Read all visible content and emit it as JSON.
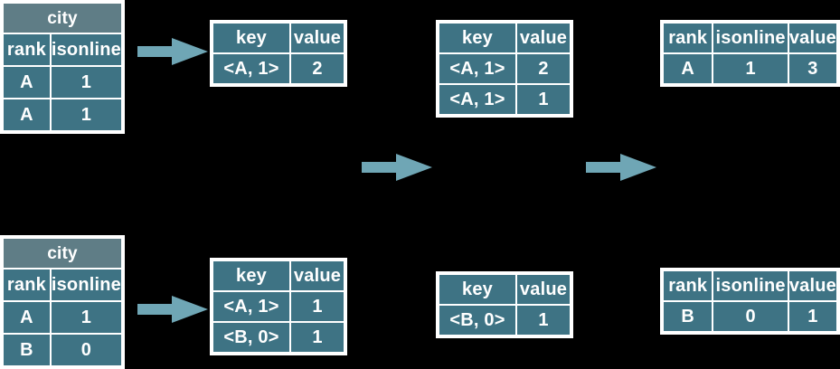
{
  "diagram": {
    "title": "",
    "colors": {
      "background": "#000000",
      "cell_fill": "#3e7384",
      "title_fill": "#5f7d86",
      "grid_line": "#ffffff",
      "text": "#ffffff",
      "arrow": "#6fa6b5"
    },
    "rows": [
      {
        "id": "row-top",
        "source_table": {
          "name": "city-table-top",
          "title": "city",
          "headers": [
            "rank",
            "isonline"
          ],
          "rows": [
            [
              "A",
              "1"
            ],
            [
              "A",
              "1"
            ]
          ]
        },
        "mapper_table": {
          "name": "kv-table-top-1",
          "headers": [
            "key",
            "value"
          ],
          "rows": [
            [
              "<A, 1>",
              "2"
            ]
          ]
        },
        "shuffle_table": {
          "name": "kv-table-top-2",
          "headers": [
            "key",
            "value"
          ],
          "rows": [
            [
              "<A, 1>",
              "2"
            ],
            [
              "<A, 1>",
              "1"
            ]
          ]
        },
        "result_table": {
          "name": "result-table-top",
          "headers": [
            "rank",
            "isonline",
            "value"
          ],
          "rows": [
            [
              "A",
              "1",
              "3"
            ]
          ]
        }
      },
      {
        "id": "row-bottom",
        "source_table": {
          "name": "city-table-bottom",
          "title": "city",
          "headers": [
            "rank",
            "isonline"
          ],
          "rows": [
            [
              "A",
              "1"
            ],
            [
              "B",
              "0"
            ]
          ]
        },
        "mapper_table": {
          "name": "kv-table-bottom-1",
          "headers": [
            "key",
            "value"
          ],
          "rows": [
            [
              "<A, 1>",
              "1"
            ],
            [
              "<B, 0>",
              "1"
            ]
          ]
        },
        "shuffle_table": {
          "name": "kv-table-bottom-2",
          "headers": [
            "key",
            "value"
          ],
          "rows": [
            [
              "<B, 0>",
              "1"
            ]
          ]
        },
        "result_table": {
          "name": "result-table-bottom",
          "headers": [
            "rank",
            "isonline",
            "value"
          ],
          "rows": [
            [
              "B",
              "0",
              "1"
            ]
          ]
        }
      }
    ],
    "arrows": [
      {
        "name": "arrow-top-map",
        "label": ""
      },
      {
        "name": "arrow-bottom-map",
        "label": ""
      },
      {
        "name": "arrow-shuffle",
        "label": ""
      },
      {
        "name": "arrow-reduce",
        "label": ""
      }
    ]
  }
}
